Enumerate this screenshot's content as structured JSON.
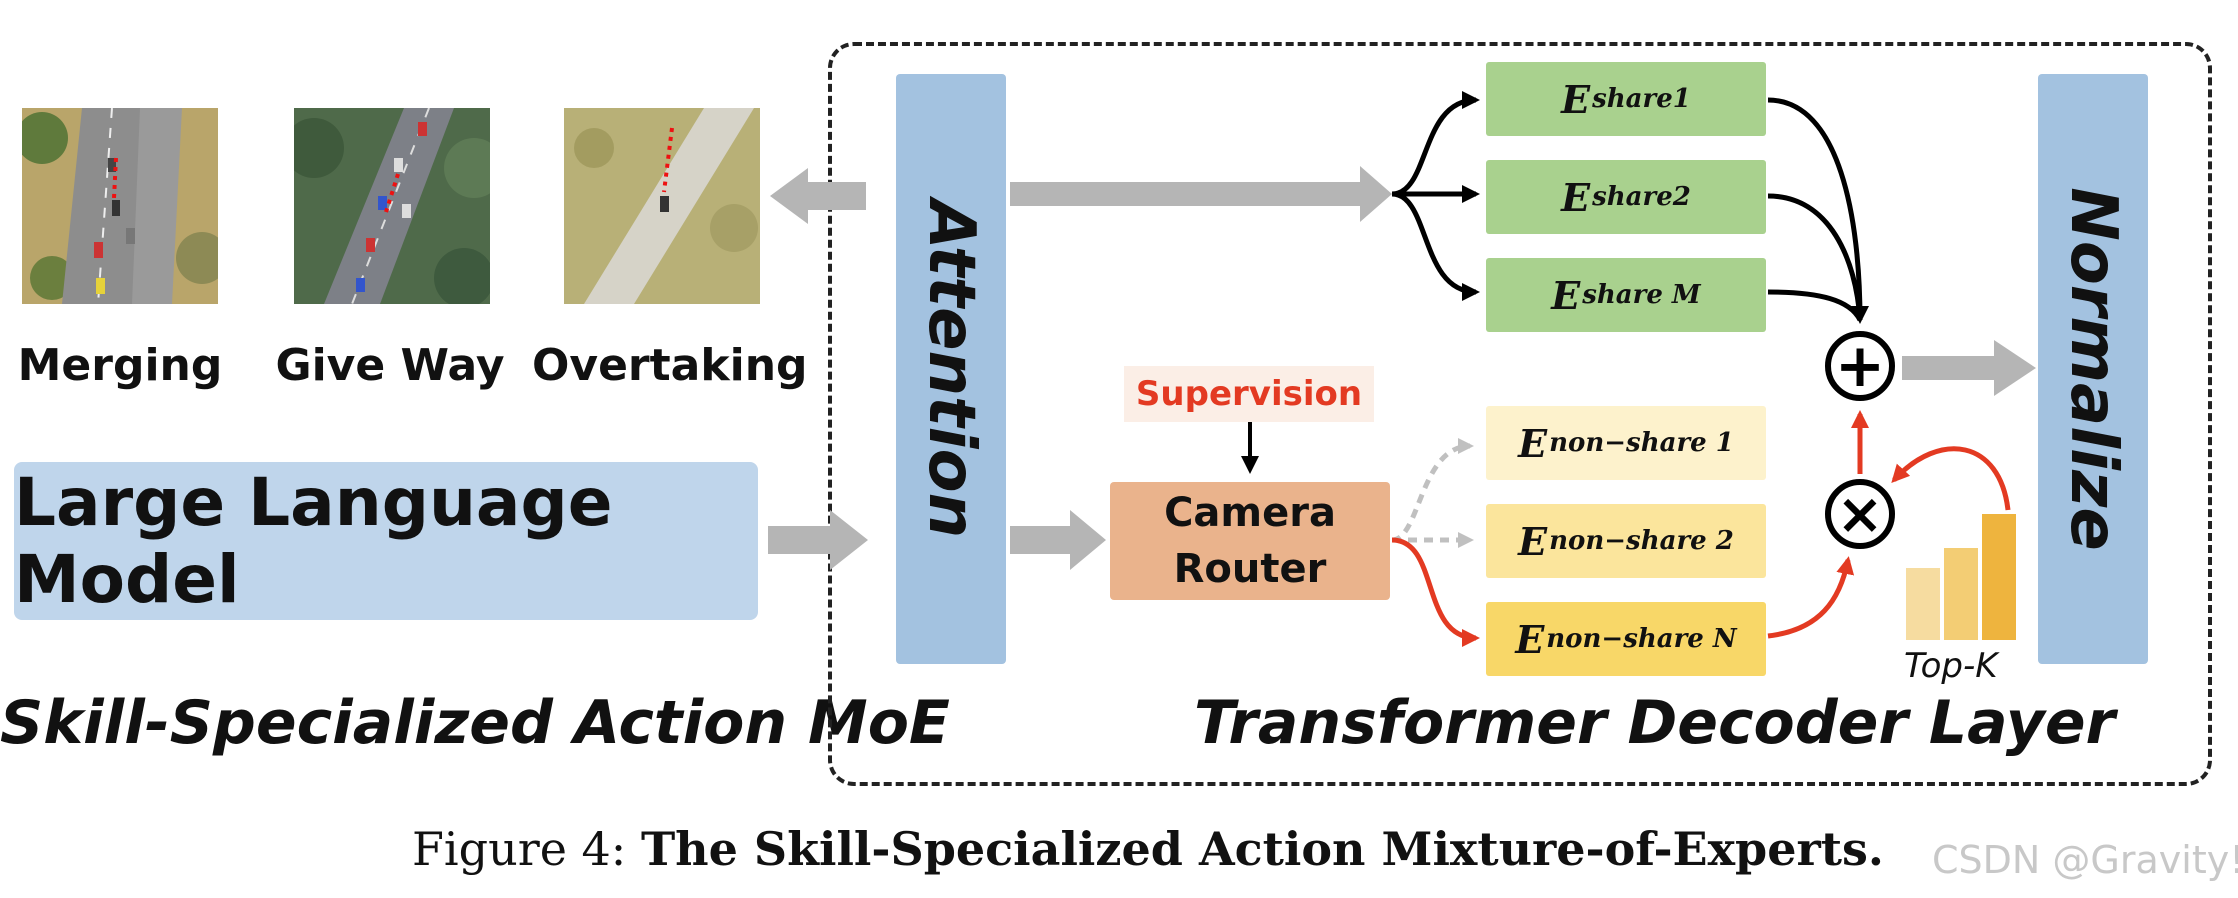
{
  "scenarios": [
    {
      "label": "Merging"
    },
    {
      "label": "Give Way"
    },
    {
      "label": "Overtaking"
    }
  ],
  "llm_label": "Large Language Model",
  "left_title": "Skill-Specialized Action MoE",
  "attention_label": "Attention",
  "normalize_label": "Normalize",
  "router_line1": "Camera",
  "router_line2": "Router",
  "supervision_label": "Supervision",
  "shared_experts": [
    {
      "E": "E",
      "sub": "share1"
    },
    {
      "E": "E",
      "sub": "share2"
    },
    {
      "E": "E",
      "sub": "share M"
    }
  ],
  "nonshared_experts": [
    {
      "E": "E",
      "sub": "non−share 1"
    },
    {
      "E": "E",
      "sub": "non−share 2"
    },
    {
      "E": "E",
      "sub": "non−share N"
    }
  ],
  "sum_symbol": "+",
  "mult_symbol": "×",
  "topk_label": "Top-K",
  "right_title": "Transformer Decoder Layer",
  "caption_prefix": "Figure 4:",
  "caption_title": "The Skill-Specialized Action Mixture-of-Experts.",
  "watermark": "CSDN @Gravity!",
  "colors": {
    "blue_bar": "#a3c2e0",
    "llm_box": "#bfd5eb",
    "green_expert": "#a9d18e",
    "router": "#eab38c",
    "supervision_red": "#e33a22",
    "arrow_gray": "#b5b5b5"
  }
}
